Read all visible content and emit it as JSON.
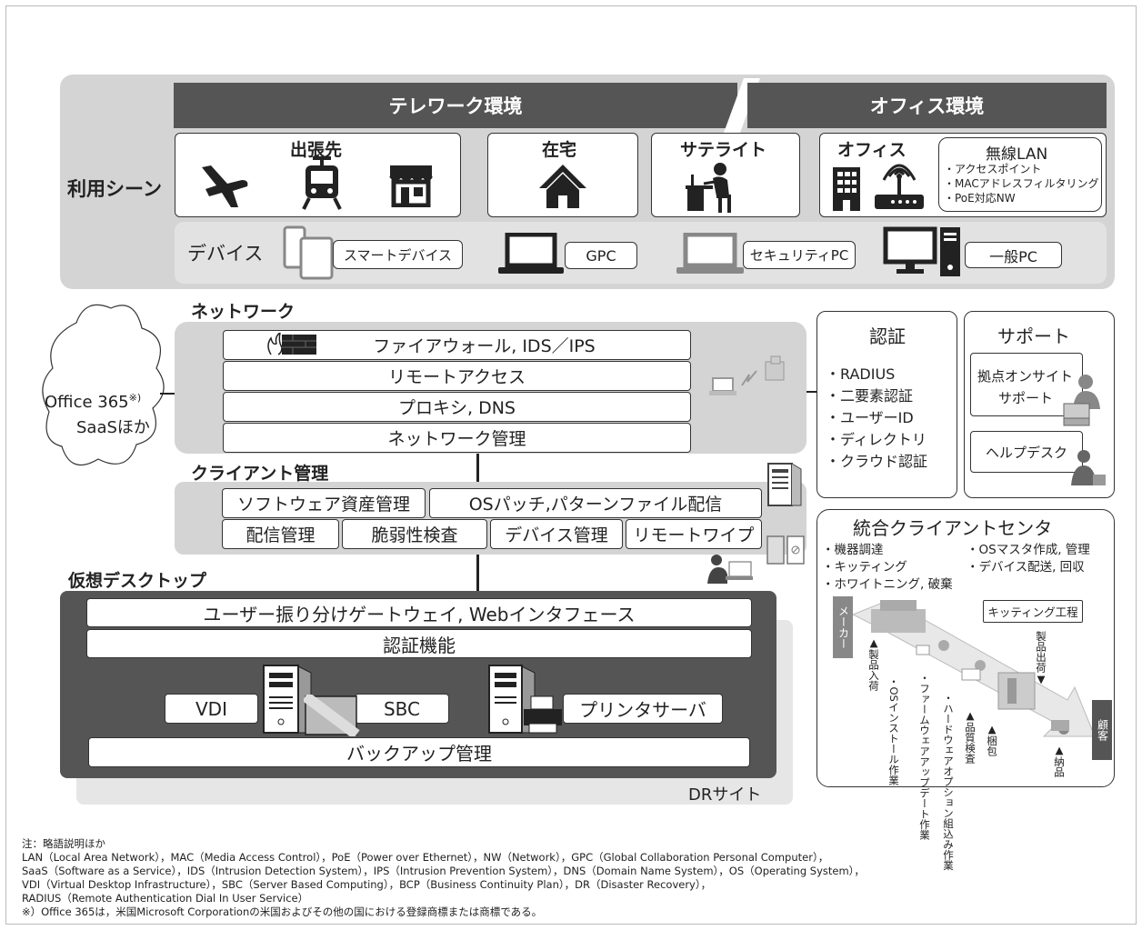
{
  "usage": {
    "title": "利用シーン",
    "telework": "テレワーク環境",
    "office_env": "オフィス環境",
    "travel": "出張先",
    "home": "在宅",
    "satellite": "サテライト",
    "office": "オフィス",
    "wlan": {
      "title": "無線LAN",
      "items": [
        "・アクセスポイント",
        "・MACアドレスフィルタリング",
        "・PoE対応NW"
      ]
    },
    "devices": {
      "label": "デバイス",
      "smart": "スマートデバイス",
      "gpc": "GPC",
      "security_pc": "セキュリティPC",
      "general_pc": "一般PC"
    }
  },
  "cloud": {
    "line1": "Office 365",
    "sup": "※)",
    "line2": "SaaSほか"
  },
  "network": {
    "title": "ネットワーク",
    "items": [
      "ファイアウォール, IDS／IPS",
      "リモートアクセス",
      "プロキシ, DNS",
      "ネットワーク管理"
    ]
  },
  "client_mgmt": {
    "title": "クライアント管理",
    "row1": [
      "ソフトウェア資産管理",
      "OSパッチ,パターンファイル配信"
    ],
    "row2": [
      "配信管理",
      "脆弱性検査",
      "デバイス管理",
      "リモートワイプ"
    ]
  },
  "vdesktop": {
    "title": "仮想デスクトップ",
    "gateway": "ユーザー振り分けゲートウェイ, Webインタフェース",
    "auth": "認証機能",
    "vdi": "VDI",
    "sbc": "SBC",
    "printer": "プリンタサーバ",
    "backup": "バックアップ管理",
    "dr": "DRサイト"
  },
  "auth": {
    "title": "認証",
    "items": [
      "・RADIUS",
      "・二要素認証",
      "・ユーザーID",
      "・ディレクトリ",
      "・クラウド認証"
    ]
  },
  "support": {
    "title": "サポート",
    "onsite1": "拠点オンサイト",
    "onsite2": "サポート",
    "helpdesk": "ヘルプデスク"
  },
  "center": {
    "title": "統合クライアントセンタ",
    "left_items": [
      "・機器調達",
      "・キッティング",
      "・ホワイトニング, 破棄"
    ],
    "right_items": [
      "・OSマスタ作成, 管理",
      "・デバイス配送, 回収"
    ],
    "maker": "メーカー",
    "kitting": "キッティング工程",
    "customer": "顧客",
    "steps": {
      "arrival": "▲製品入荷",
      "os": "・OSインストール作業",
      "firmware": "・ファームウェアアップデート作業",
      "hardware": "・ハードウェアオプション組込み作業",
      "quality": "▲品質検査",
      "packing": "▲梱包",
      "shipping": "製品出荷▼",
      "delivery": "▲納品"
    }
  },
  "notes": {
    "title": "注：略語説明ほか",
    "lines": [
      "LAN（Local Area Network），MAC（Media Access Control），PoE（Power over Ethernet），NW（Network），GPC（Global Collaboration Personal Computer），",
      "SaaS（Software as a Service），IDS（Intrusion Detection System），IPS（Intrusion Prevention System），DNS（Domain Name System），OS（Operating System），",
      "VDI（Virtual Desktop Infrastructure），SBC（Server Based Computing），BCP（Business Continuity Plan），DR（Disaster Recovery），",
      "RADIUS（Remote Authentication Dial In User Service）",
      "※）Office 365は，米国Microsoft Corporationの米国およびその他の国における登録商標または商標である。"
    ]
  },
  "colors": {
    "dark_bar": "#555555",
    "panel": "#d4d4d4",
    "panel_light": "#e0e0e0",
    "border": "#333333"
  }
}
